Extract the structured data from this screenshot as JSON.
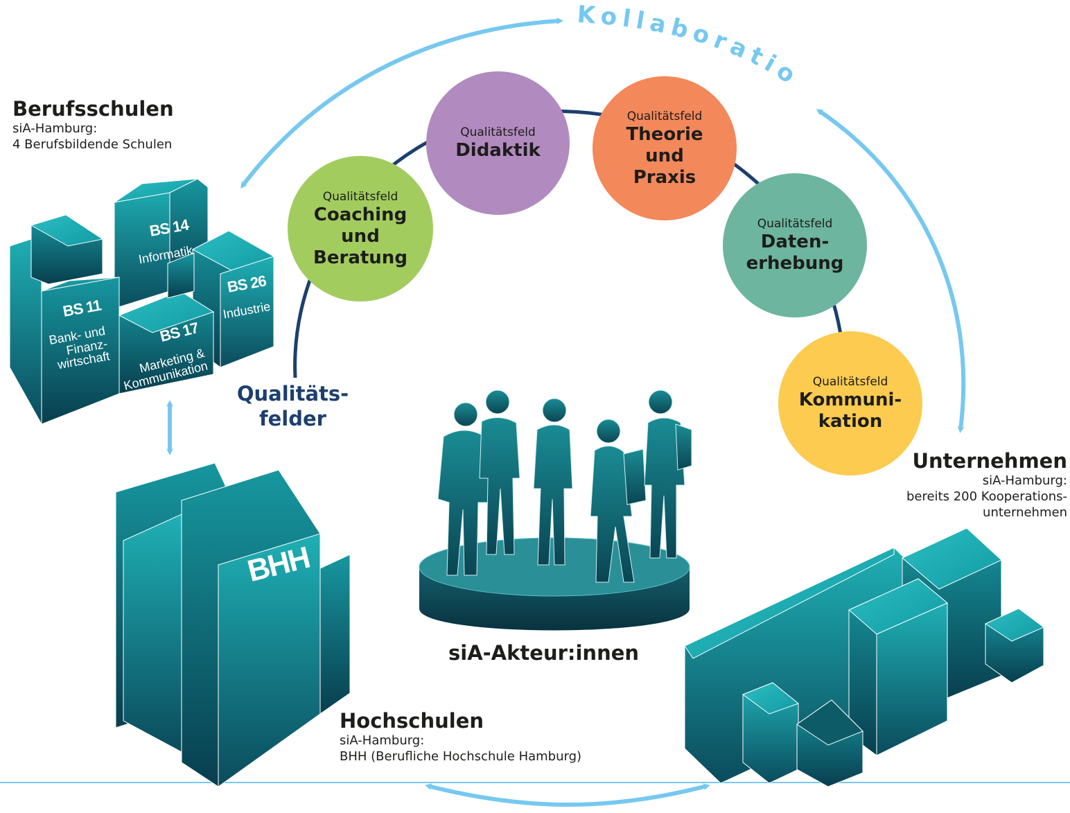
{
  "kollaboration": "Kollaboration",
  "berufsschulen": {
    "title": "Berufsschulen",
    "line1": "siA-Hamburg:",
    "line2": "4 Berufsbildende Schulen",
    "buildings": [
      {
        "code": "BS 14",
        "name": "Informatik"
      },
      {
        "code": "BS 26",
        "name": "Industrie"
      },
      {
        "code": "BS 11",
        "name": "Bank- und\nFinanz-\nwirtschaft"
      },
      {
        "code": "BS 17",
        "name": "Marketing &\nKommunikation"
      }
    ]
  },
  "hochschulen": {
    "title": "Hochschulen",
    "line1": "siA-Hamburg:",
    "line2": "BHH (Berufliche Hochschule Hamburg)",
    "building_label": "BHH"
  },
  "unternehmen": {
    "title": "Unternehmen",
    "line1": "siA-Hamburg:",
    "line2": "bereits 200 Kooperations-",
    "line3": "unternehmen"
  },
  "qualitaetsfelder_title": "Qualitäts-\nfelder",
  "actors_title": "siA-Akteur:innen",
  "fields": [
    {
      "label": "Qualitätsfeld",
      "name": "Coaching\nund\nBeratung",
      "color": "#a3cc5f"
    },
    {
      "label": "Qualitätsfeld",
      "name": "Didaktik",
      "color": "#b18bbf"
    },
    {
      "label": "Qualitätsfeld",
      "name": "Theorie\nund\nPraxis",
      "color": "#f3885a"
    },
    {
      "label": "Qualitätsfeld",
      "name": "Daten-\nerhebung",
      "color": "#6db59e"
    },
    {
      "label": "Qualitätsfeld",
      "name": "Kommuni-\nkation",
      "color": "#fccb4f"
    }
  ],
  "colors": {
    "arrow": "#76c8f0",
    "ring": "#1c3f6e",
    "building": "#1a9ba5",
    "platform": "#0d4f5c"
  }
}
